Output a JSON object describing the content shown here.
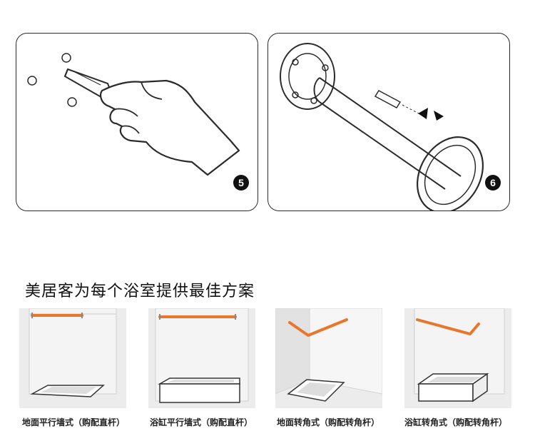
{
  "steps": [
    {
      "number": "5"
    },
    {
      "number": "6"
    }
  ],
  "headline": "美居客为每个浴室提供最佳方案",
  "scenarios": [
    {
      "caption": "地面平行墙式（购配直杆）"
    },
    {
      "caption": "浴缸平行墙式（购配直杆）"
    },
    {
      "caption": "地面转角式（购配转角杆）"
    },
    {
      "caption": "浴缸转角式（购配转角杆）"
    }
  ],
  "colors": {
    "outline": "#2b2b2b",
    "grab_bar": "#e8762c",
    "wall": "#e6e6e6",
    "wall_dark": "#d4d4d4",
    "badge": "#111111"
  }
}
